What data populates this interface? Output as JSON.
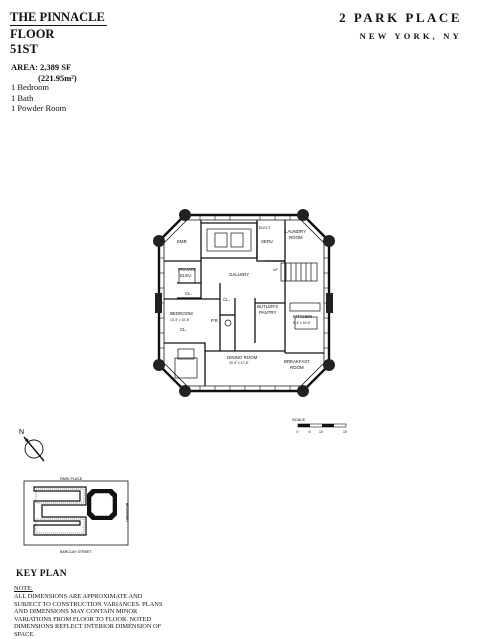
{
  "header": {
    "building": "THE PINNACLE",
    "floor_label": "FLOOR",
    "floor_number": "51ST"
  },
  "address": {
    "line1": "2 PARK PLACE",
    "line2": "NEW YORK, NY"
  },
  "specs": {
    "area_label": "AREA: 2,389 SF",
    "area_metric": "(221.95m²)",
    "bedrooms": "1 Bedroom",
    "baths": "1 Bath",
    "powder": "1 Powder Room"
  },
  "plan": {
    "rooms": {
      "emr": "EMR",
      "elec": "ELECT",
      "serv": "SERV.",
      "laundry": "LAUNDRY",
      "laundry2": "ROOM",
      "private": "PRIVATE",
      "elev": "ELEV.",
      "gallery": "GALLERY",
      "cl1": "CL.",
      "cl2": "CL.",
      "cl3": "CL.",
      "pr": "P.R.",
      "bedroom": "BEDROOM",
      "bedroom_dim": "13'-3\" x 15'-8\"",
      "butlers": "BUTLER'S",
      "pantry": "PANTRY",
      "kitchen": "KITCHEN",
      "kitchen_dim": "9'-4\" x 16'-6\"",
      "dining": "DINING ROOM",
      "dining_dim": "23'-5\" x 17'-8\"",
      "breakfast": "BREAKFAST",
      "breakfast2": "ROOM",
      "up": "UP"
    }
  },
  "scale": {
    "label": "SCALE",
    "ticks": [
      "0",
      "5",
      "10",
      "15"
    ]
  },
  "compass": {
    "north": "N"
  },
  "key_plan": {
    "title": "KEY PLAN",
    "street_top": "PARK PLACE",
    "street_bottom": "BARCLAY STREET",
    "street_right": "BROADWAY"
  },
  "notes": {
    "label": "NOTE:",
    "body": "All dimensions are approximate and subject to construction variances. Plans and dimensions may contain minor variations from floor to floor. Noted dimensions reflect interior dimension of space."
  }
}
